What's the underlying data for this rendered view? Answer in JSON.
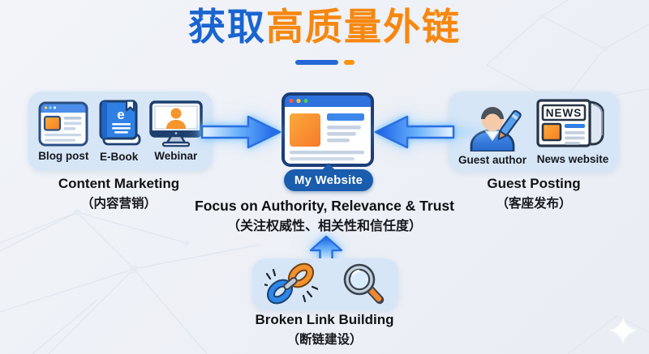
{
  "title": {
    "blue": "获取",
    "orange": "高质量外链"
  },
  "left_group": {
    "items": [
      {
        "icon": "blog-post-icon",
        "label": "Blog post"
      },
      {
        "icon": "ebook-icon",
        "label": "E-Book"
      },
      {
        "icon": "webinar-icon",
        "label": "Webinar"
      }
    ],
    "heading": "Content Marketing",
    "subheading": "（内容营销）"
  },
  "center": {
    "website_label": "My Website",
    "focus_line1": "Focus on Authority, Relevance & Trust",
    "focus_line2": "（关注权威性、相关性和信任度）"
  },
  "right_group": {
    "items": [
      {
        "icon": "guest-author-icon",
        "label": "Guest author"
      },
      {
        "icon": "news-website-icon",
        "label": "News website"
      }
    ],
    "heading": "Guest Posting",
    "subheading": "（客座发布）"
  },
  "bottom_group": {
    "icons": [
      "broken-chain-icon",
      "magnifier-icon"
    ],
    "heading": "Broken Link Building",
    "subheading": "（断链建设）"
  },
  "icon_text": {
    "news": "NEWS",
    "ebook": "e"
  },
  "icons": [
    "blog-post-icon",
    "ebook-icon",
    "webinar-icon",
    "browser-window-icon",
    "guest-author-icon",
    "news-website-icon",
    "broken-chain-icon",
    "magnifier-icon",
    "arrow-right-icon",
    "arrow-left-icon",
    "arrow-up-icon",
    "sparkle-icon",
    "background-network-pattern"
  ],
  "colors": {
    "background": "#eef1f6",
    "title_blue": "#1a64d0",
    "title_orange": "#f6870f",
    "card_bg": "#d7e6f7",
    "arrow_blue": "#1e6ef0",
    "pill_bg": "#1a5cad",
    "icon_outline_navy": "#1d3f6e",
    "accent_orange": "#f6952c",
    "text_dark": "#15171c"
  }
}
